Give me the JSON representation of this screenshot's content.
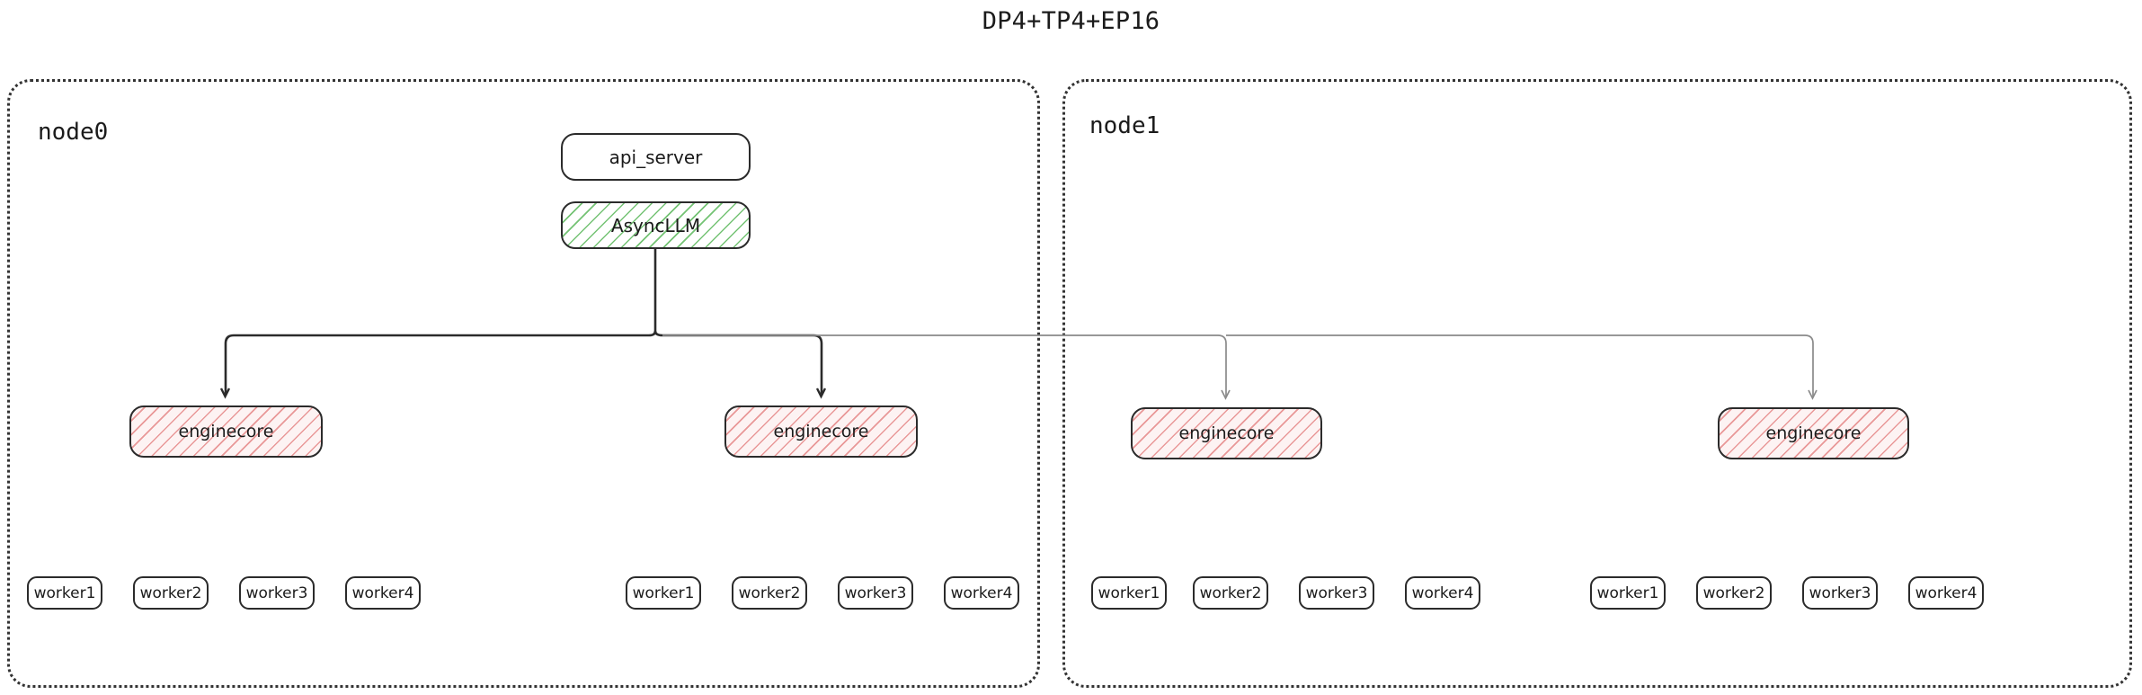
{
  "title": "DP4+TP4+EP16",
  "colors": {
    "node_border": "#333333",
    "box_border": "#2b2b2b",
    "text": "#1b1b1b",
    "asyncllm_hatch": "#5cb85c",
    "enginecore_hatch": "#e27a7a",
    "enginecore_fill": "#fdf3f3",
    "arrow_local": "#2b2b2b",
    "arrow_remote": "#8a8a8a"
  },
  "nodes": [
    {
      "id": "node0",
      "label": "node0",
      "engines": [
        {
          "label": "enginecore",
          "workers": [
            {
              "label": "worker1"
            },
            {
              "label": "worker2"
            },
            {
              "label": "worker3"
            },
            {
              "label": "worker4"
            }
          ]
        },
        {
          "label": "enginecore",
          "workers": [
            {
              "label": "worker1"
            },
            {
              "label": "worker2"
            },
            {
              "label": "worker3"
            },
            {
              "label": "worker4"
            }
          ]
        }
      ]
    },
    {
      "id": "node1",
      "label": "node1",
      "engines": [
        {
          "label": "enginecore",
          "workers": [
            {
              "label": "worker1"
            },
            {
              "label": "worker2"
            },
            {
              "label": "worker3"
            },
            {
              "label": "worker4"
            }
          ]
        },
        {
          "label": "enginecore",
          "workers": [
            {
              "label": "worker1"
            },
            {
              "label": "worker2"
            },
            {
              "label": "worker3"
            },
            {
              "label": "worker4"
            }
          ]
        }
      ]
    }
  ],
  "frontend": {
    "api_server": "api_server",
    "async_llm": "AsyncLLM"
  }
}
